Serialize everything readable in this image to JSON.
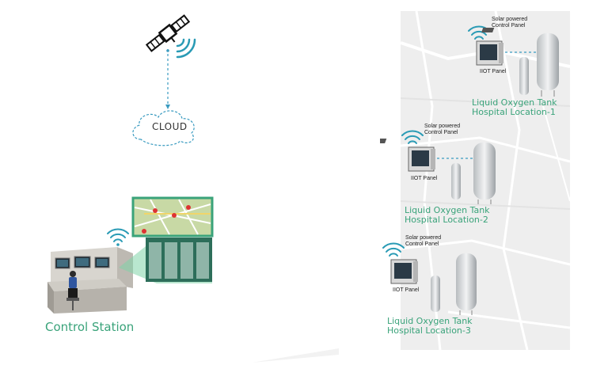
{
  "left": {
    "cloud_label": "CLOUD",
    "station_label": "Control Station"
  },
  "sites": [
    {
      "solar_label_1": "Solar powered",
      "solar_label_2": "Control Panel",
      "panel_label": "IIOT Panel",
      "tank_line_1": "Liquid Oxygen Tank",
      "tank_line_2": "Hospital Location-1"
    },
    {
      "solar_label_1": "Solar powered",
      "solar_label_2": "Control Panel",
      "panel_label": "IIOT Panel",
      "tank_line_1": "Liquid Oxygen Tank",
      "tank_line_2": "Hospital Location-2"
    },
    {
      "solar_label_1": "Solar powered",
      "solar_label_2": "Control Panel",
      "panel_label": "IIOT Panel",
      "tank_line_1": "Liquid Oxygen Tank",
      "tank_line_2": "Hospital Location-3"
    }
  ],
  "colors": {
    "accent": "#3aa37a",
    "wave": "#2a9bb5",
    "dash": "#3a9bc0"
  }
}
